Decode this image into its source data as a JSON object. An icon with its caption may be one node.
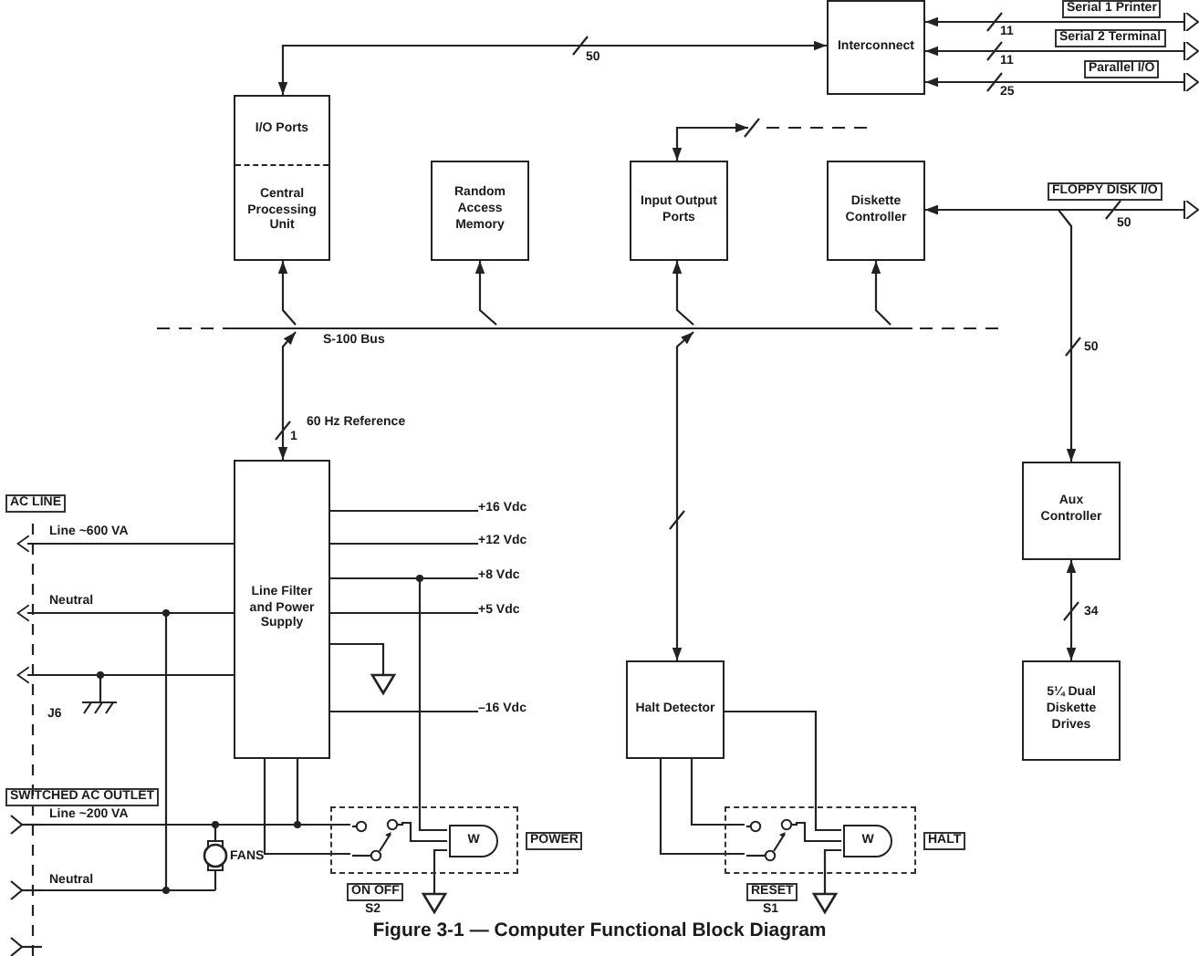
{
  "diagram": {
    "caption": "Figure 3-1 — Computer Functional Block Diagram",
    "nodes": [
      {
        "text": [
          "Interconnect"
        ]
      },
      {
        "text": [
          "I/O Ports",
          "Central Processing Unit"
        ]
      },
      {
        "text": [
          "Random Access Memory"
        ]
      },
      {
        "text": [
          "Input Output Ports"
        ]
      },
      {
        "text": [
          "Diskette Controller"
        ]
      },
      {
        "text": [],
        "shape": "bar",
        "beside": [
          "S-100 Bus"
        ]
      },
      {
        "text": [
          "Line Filter and Power Supply"
        ]
      },
      {
        "text": [
          "+16 Vdc"
        ]
      },
      {
        "text": [
          "+12 Vdc"
        ]
      },
      {
        "text": [
          "+8 Vdc"
        ]
      },
      {
        "text": [
          "+5 Vdc"
        ]
      },
      {
        "text": [
          "–16 Vdc"
        ]
      },
      {
        "text": [
          "Aux Controller"
        ]
      },
      {
        "text": [
          "Halt Detector"
        ]
      },
      {
        "text": [
          "5¼ Dual Diskette Drives"
        ]
      },
      {
        "text": [
          "POWER"
        ],
        "beside": [
          "ON OFF",
          "S2"
        ]
      },
      {
        "text": [
          "W"
        ],
        "in": 15
      },
      {
        "text": [
          "HALT"
        ],
        "beside": [
          "RESET",
          "S1"
        ]
      },
      {
        "text": [
          "W"
        ],
        "in": 17
      },
      {
        "text": [],
        "shape": "ground"
      },
      {
        "text": [],
        "shape": "ground"
      },
      {
        "text": [],
        "shape": "ground"
      },
      {
        "text": [],
        "shape": "switch",
        "in": 15
      },
      {
        "text": [],
        "shape": "switch",
        "in": 17
      },
      {
        "text": [
          "Serial 1 Printer"
        ]
      },
      {
        "text": [
          "Serial 2 Terminal"
        ]
      },
      {
        "text": [
          "Parallel I/O"
        ]
      },
      {
        "text": [
          "FLOPPY DISK I/O"
        ]
      },
      {
        "text": [
          "AC LINE",
          "J6",
          "SWITCHED AC OUTLET"
        ]
      }
    ],
    "edges": [
      {
        "from": 1,
        "to": 0,
        "arrow": "both"
      },
      {
        "from": 24,
        "to": 0,
        "arrow": "both"
      },
      {
        "from": 25,
        "to": 0,
        "arrow": "both"
      },
      {
        "from": 26,
        "to": 0,
        "arrow": "both"
      },
      {
        "from": null,
        "to": 3,
        "arrow": "both"
      },
      {
        "from": 5,
        "to": 1,
        "arrow": "to"
      },
      {
        "from": 5,
        "to": 2,
        "arrow": "to"
      },
      {
        "from": 5,
        "to": 3,
        "arrow": "to"
      },
      {
        "from": 5,
        "to": 4,
        "arrow": "to"
      },
      {
        "from": 6,
        "to": 5,
        "arrow": "both",
        "label": "60 Hz Reference"
      },
      {
        "from": 5,
        "to": 13,
        "arrow": "both"
      },
      {
        "from": 27,
        "to": 4,
        "arrow": "both"
      },
      {
        "from": 4,
        "to": 12,
        "arrow": "both"
      },
      {
        "from": 12,
        "to": 14,
        "arrow": "both"
      },
      {
        "from": 6,
        "to": 7,
        "arrow": "none"
      },
      {
        "from": 6,
        "to": 8,
        "arrow": "none"
      },
      {
        "from": 6,
        "to": 9,
        "arrow": "none"
      },
      {
        "from": 6,
        "to": 10,
        "arrow": "none"
      },
      {
        "from": 6,
        "to": 11,
        "arrow": "none"
      },
      {
        "from": 6,
        "to": 16,
        "arrow": "none"
      },
      {
        "from": 13,
        "to": 18,
        "arrow": "none"
      },
      {
        "from": 6,
        "to": 28,
        "arrow": "to",
        "label": "Line ~600 VA"
      },
      {
        "from": 6,
        "to": 28,
        "arrow": "to",
        "label": "Neutral"
      },
      {
        "from": 6,
        "to": 28,
        "arrow": "to"
      },
      {
        "from": 6,
        "to": 19,
        "arrow": "none"
      },
      {
        "from": 16,
        "to": 20,
        "arrow": "none"
      },
      {
        "from": 18,
        "to": 21,
        "arrow": "none"
      },
      {
        "from": 22,
        "to": 16,
        "arrow": "none"
      },
      {
        "from": 23,
        "to": 18,
        "arrow": "none"
      },
      {
        "from": 6,
        "to": 22,
        "arrow": "none"
      },
      {
        "from": 6,
        "to": 22,
        "arrow": "none"
      },
      {
        "from": 13,
        "to": 23,
        "arrow": "none"
      },
      {
        "from": 13,
        "to": 23,
        "arrow": "none"
      },
      {
        "from": 22,
        "to": 28,
        "arrow": "none"
      }
    ],
    "labels": [
      "11",
      "11",
      "25",
      "50",
      "50",
      "50",
      "1",
      "34",
      "Line ~200 VA",
      "FANS",
      "Neutral"
    ]
  }
}
